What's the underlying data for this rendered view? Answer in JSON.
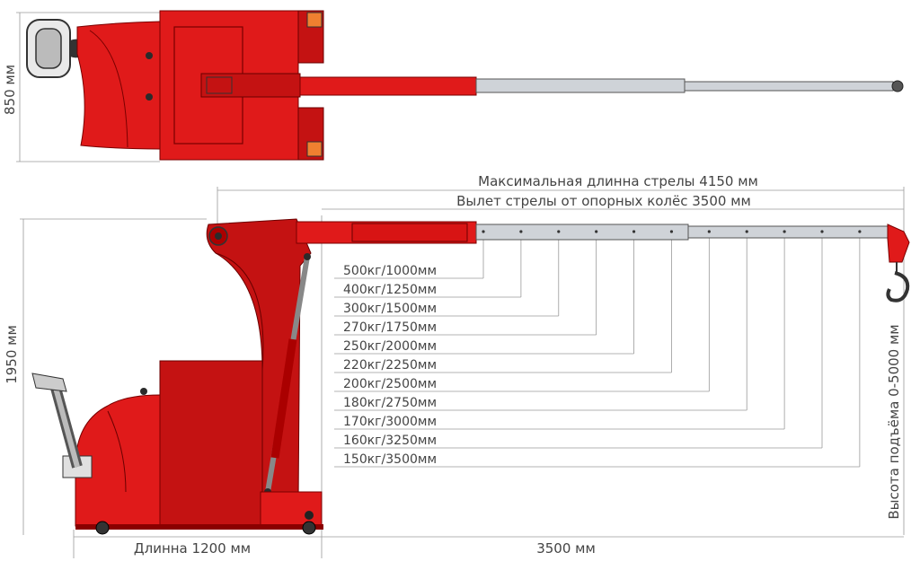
{
  "colors": {
    "body_red": "#e01a1a",
    "steel": "#cfd3d8",
    "dim_line": "#9a9a9a",
    "text": "#444444"
  },
  "dimensions": {
    "top_width": "850 мм",
    "max_boom_length": "Максимальная длинна стрелы 4150 мм",
    "boom_reach": "Вылет стрелы от опорных колёс 3500 мм",
    "height": "1950 мм",
    "lift_height": "Высота подъёма 0-5000 мм",
    "length": "Длинна 1200 мм",
    "reach_bottom": "3500 мм"
  },
  "load_table": [
    {
      "label": "500кг/1000мм",
      "reach_mm": 1000
    },
    {
      "label": "400кг/1250мм",
      "reach_mm": 1250
    },
    {
      "label": "300кг/1500мм",
      "reach_mm": 1500
    },
    {
      "label": "270кг/1750мм",
      "reach_mm": 1750
    },
    {
      "label": "250кг/2000мм",
      "reach_mm": 2000
    },
    {
      "label": "220кг/2250мм",
      "reach_mm": 2250
    },
    {
      "label": "200кг/2500мм",
      "reach_mm": 2500
    },
    {
      "label": "180кг/2750мм",
      "reach_mm": 2750
    },
    {
      "label": "170кг/3000мм",
      "reach_mm": 3000
    },
    {
      "label": "160кг/3250мм",
      "reach_mm": 3250
    },
    {
      "label": "150кг/3500мм",
      "reach_mm": 3500
    }
  ]
}
